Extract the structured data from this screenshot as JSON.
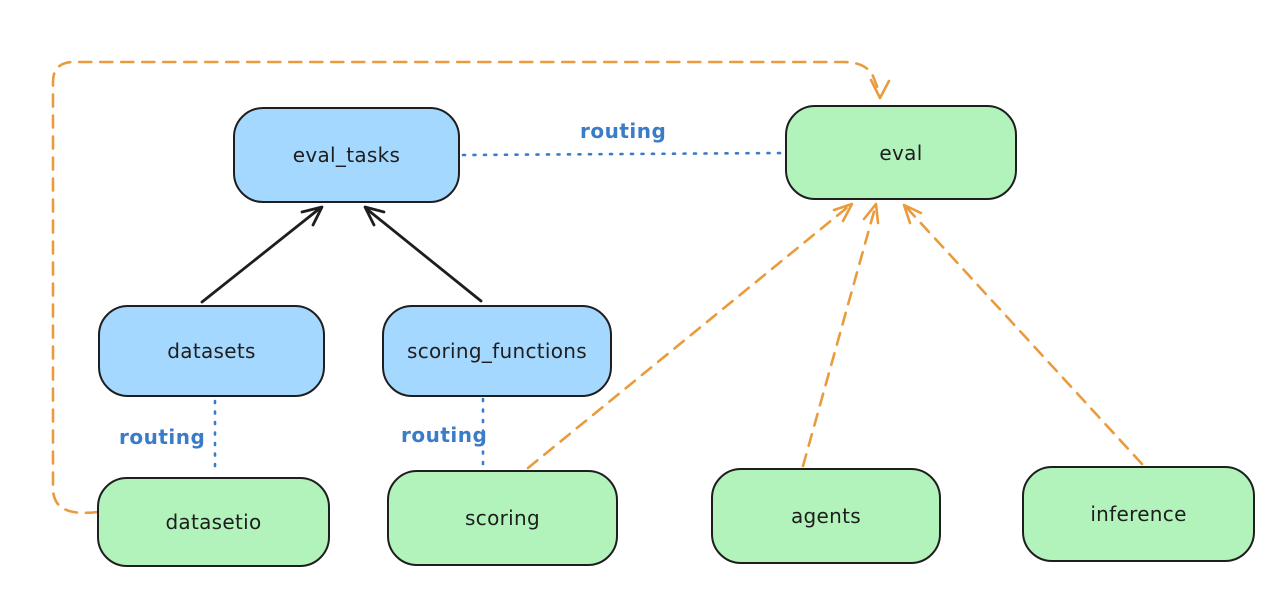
{
  "diagram": {
    "nodes": [
      {
        "id": "eval_tasks",
        "label": "eval_tasks",
        "color": "blue"
      },
      {
        "id": "eval",
        "label": "eval",
        "color": "green"
      },
      {
        "id": "datasets",
        "label": "datasets",
        "color": "blue"
      },
      {
        "id": "scoring_functions",
        "label": "scoring_functions",
        "color": "blue"
      },
      {
        "id": "datasetio",
        "label": "datasetio",
        "color": "green"
      },
      {
        "id": "scoring",
        "label": "scoring",
        "color": "green"
      },
      {
        "id": "agents",
        "label": "agents",
        "color": "green"
      },
      {
        "id": "inference",
        "label": "inference",
        "color": "green"
      }
    ],
    "edges": [
      {
        "from": "eval_tasks",
        "to": "eval",
        "style": "dotted",
        "color": "#3b7cc9",
        "label": "routing"
      },
      {
        "from": "datasets",
        "to": "datasetio",
        "style": "dotted",
        "color": "#3b7cc9",
        "label": "routing"
      },
      {
        "from": "scoring_functions",
        "to": "scoring",
        "style": "dotted",
        "color": "#3b7cc9",
        "label": "routing"
      },
      {
        "from": "datasets",
        "to": "eval_tasks",
        "style": "solid-arrow",
        "color": "#1e1e1e"
      },
      {
        "from": "scoring_functions",
        "to": "eval_tasks",
        "style": "solid-arrow",
        "color": "#1e1e1e"
      },
      {
        "from": "datasetio",
        "to": "eval",
        "style": "dashed-arrow",
        "color": "#e99b3e"
      },
      {
        "from": "scoring",
        "to": "eval",
        "style": "dashed-arrow",
        "color": "#e99b3e"
      },
      {
        "from": "agents",
        "to": "eval",
        "style": "dashed-arrow",
        "color": "#e99b3e"
      },
      {
        "from": "inference",
        "to": "eval",
        "style": "dashed-arrow",
        "color": "#e99b3e"
      }
    ],
    "colors": {
      "blue_node": "#a5d8ff",
      "green_node": "#b2f2bb",
      "node_stroke": "#1e1e1e",
      "routing_text": "#3b7cc9",
      "orange_arrow": "#e99b3e",
      "background": "#ffffff"
    }
  }
}
